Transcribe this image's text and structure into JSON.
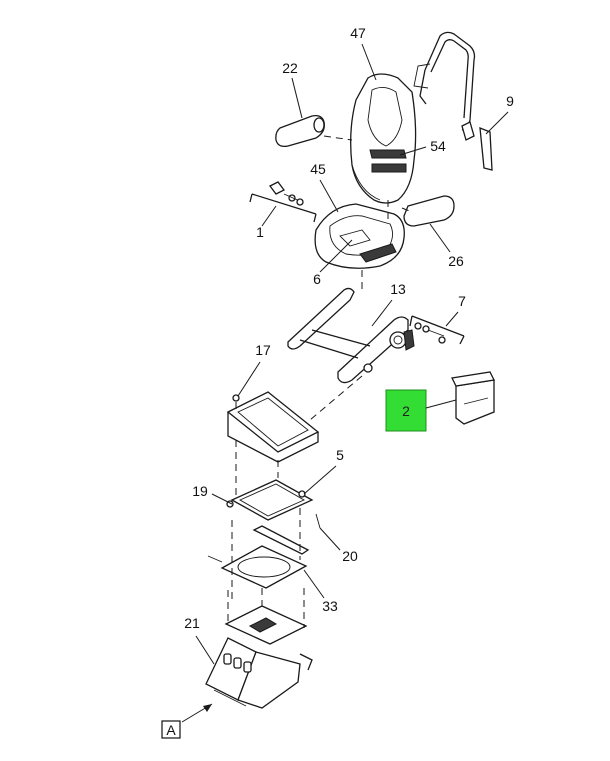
{
  "callouts": {
    "c47": "47",
    "c22": "22",
    "c9": "9",
    "c54": "54",
    "c45": "45",
    "c1": "1",
    "c26": "26",
    "c6": "6",
    "c13": "13",
    "c7": "7",
    "c17": "17",
    "c2": "2",
    "c5": "5",
    "c19": "19",
    "c20": "20",
    "c33": "33",
    "c21": "21"
  },
  "view_reference": "A",
  "colors": {
    "highlight": "#33dd33",
    "line": "#1a1a1a",
    "background": "#ffffff"
  }
}
